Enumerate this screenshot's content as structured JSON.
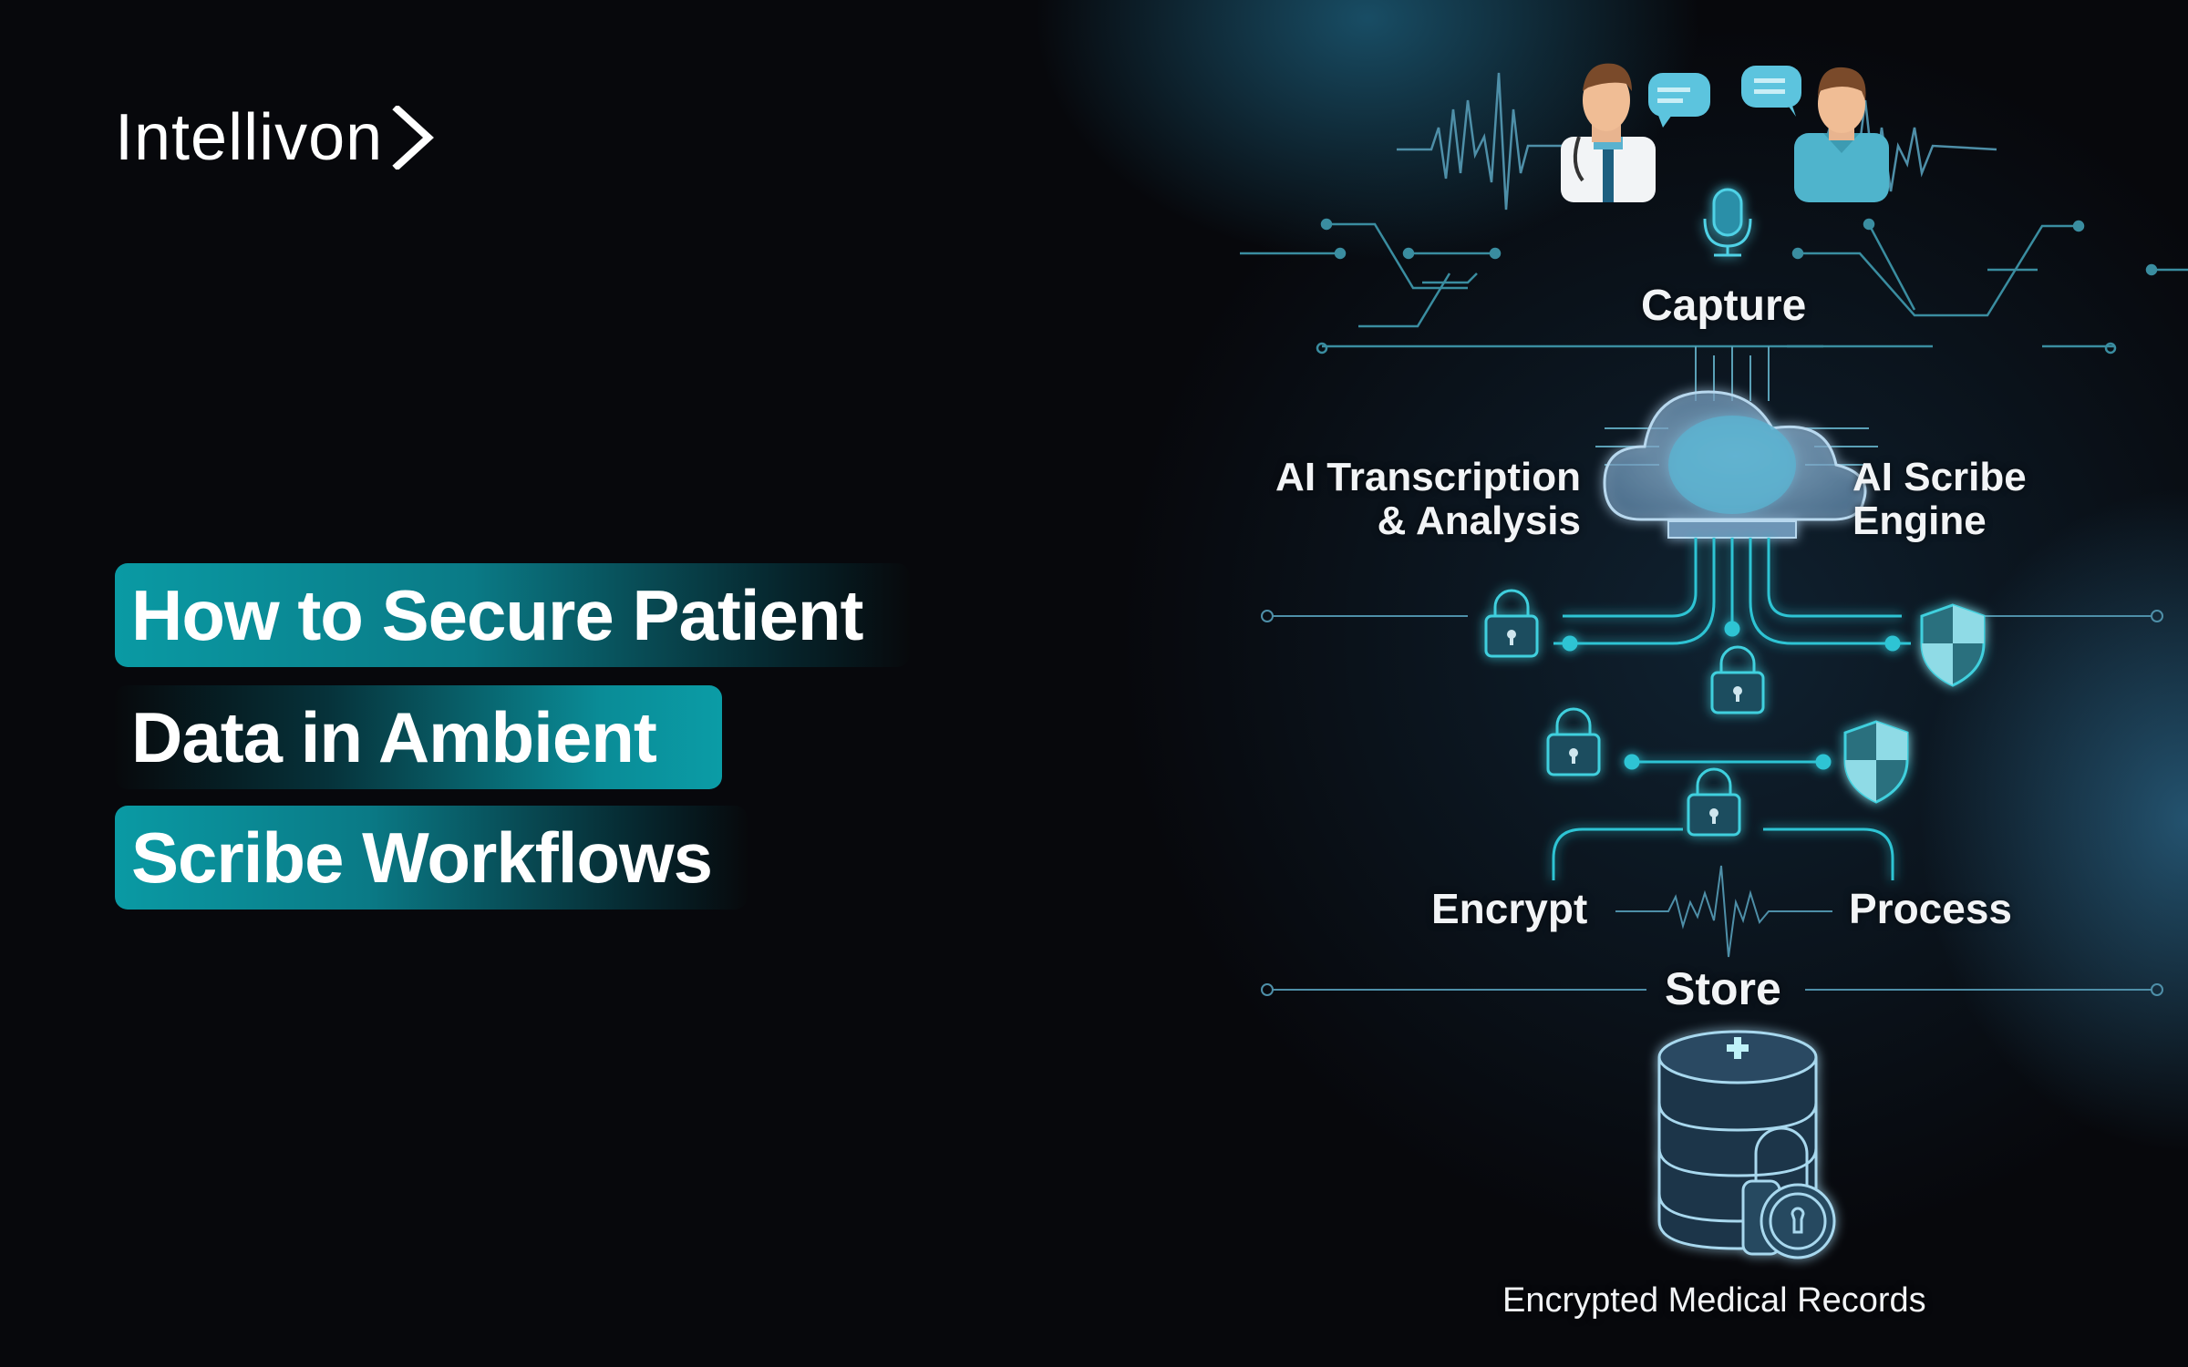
{
  "brand": {
    "name": "Intellivon",
    "logo_icon": "chevron-right-icon"
  },
  "title": {
    "lines": [
      "How to Secure Patient",
      "Data in Ambient",
      "Scribe Workflows"
    ]
  },
  "diagram": {
    "stages": {
      "capture": "Capture",
      "transcription": [
        "AI Transcription",
        "& Analysis"
      ],
      "engine": [
        "AI Scribe",
        "Engine"
      ],
      "encrypt": "Encrypt",
      "process": "Process",
      "store": "Store",
      "records": "Encrypted Medical Records"
    },
    "icons": [
      "doctor-icon",
      "patient-icon",
      "speech-bubble-icon",
      "microphone-icon",
      "cloud-brain-icon",
      "padlock-icon",
      "shield-icon",
      "database-lock-icon",
      "heartbeat-icon"
    ]
  },
  "colors": {
    "background": "#07080c",
    "accent_teal": "#0a9aa4",
    "glow_cyan": "#29d3e0",
    "line_teal": "#3fa9b8"
  }
}
